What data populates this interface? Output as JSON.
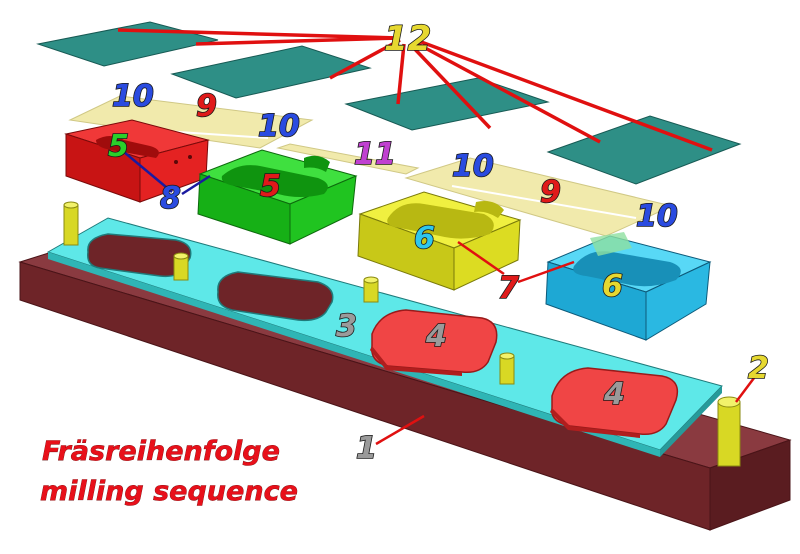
{
  "caption": {
    "line1": "Fräsreihenfolge",
    "line2": "milling sequence"
  },
  "labels": {
    "n1": "1",
    "n2": "2",
    "n3": "3",
    "n4": "4",
    "n5": "5",
    "n6": "6",
    "n7": "7",
    "n8": "8",
    "n9": "9",
    "n10": "10",
    "n11": "11",
    "n12": "12"
  },
  "colors": {
    "base_plate": "#7a2e33",
    "fixture_plate": "#58e6e6",
    "red_part": "#e81818",
    "green_part": "#22d322",
    "yellow_part": "#e6e62a",
    "blue_part": "#2ec7ee",
    "top_plates": "#2e8f86",
    "transparent_layers": "#efe79e",
    "pins": "#e0e02a",
    "pads": "#f04040",
    "leader_red": "#e01010",
    "leader_blue": "#1a1aa0",
    "label_blue": "#2a4be0",
    "label_green": "#2ad02a",
    "label_purple": "#c040d0",
    "label_yellow": "#e6d830",
    "label_grey": "#9a9a9a"
  }
}
